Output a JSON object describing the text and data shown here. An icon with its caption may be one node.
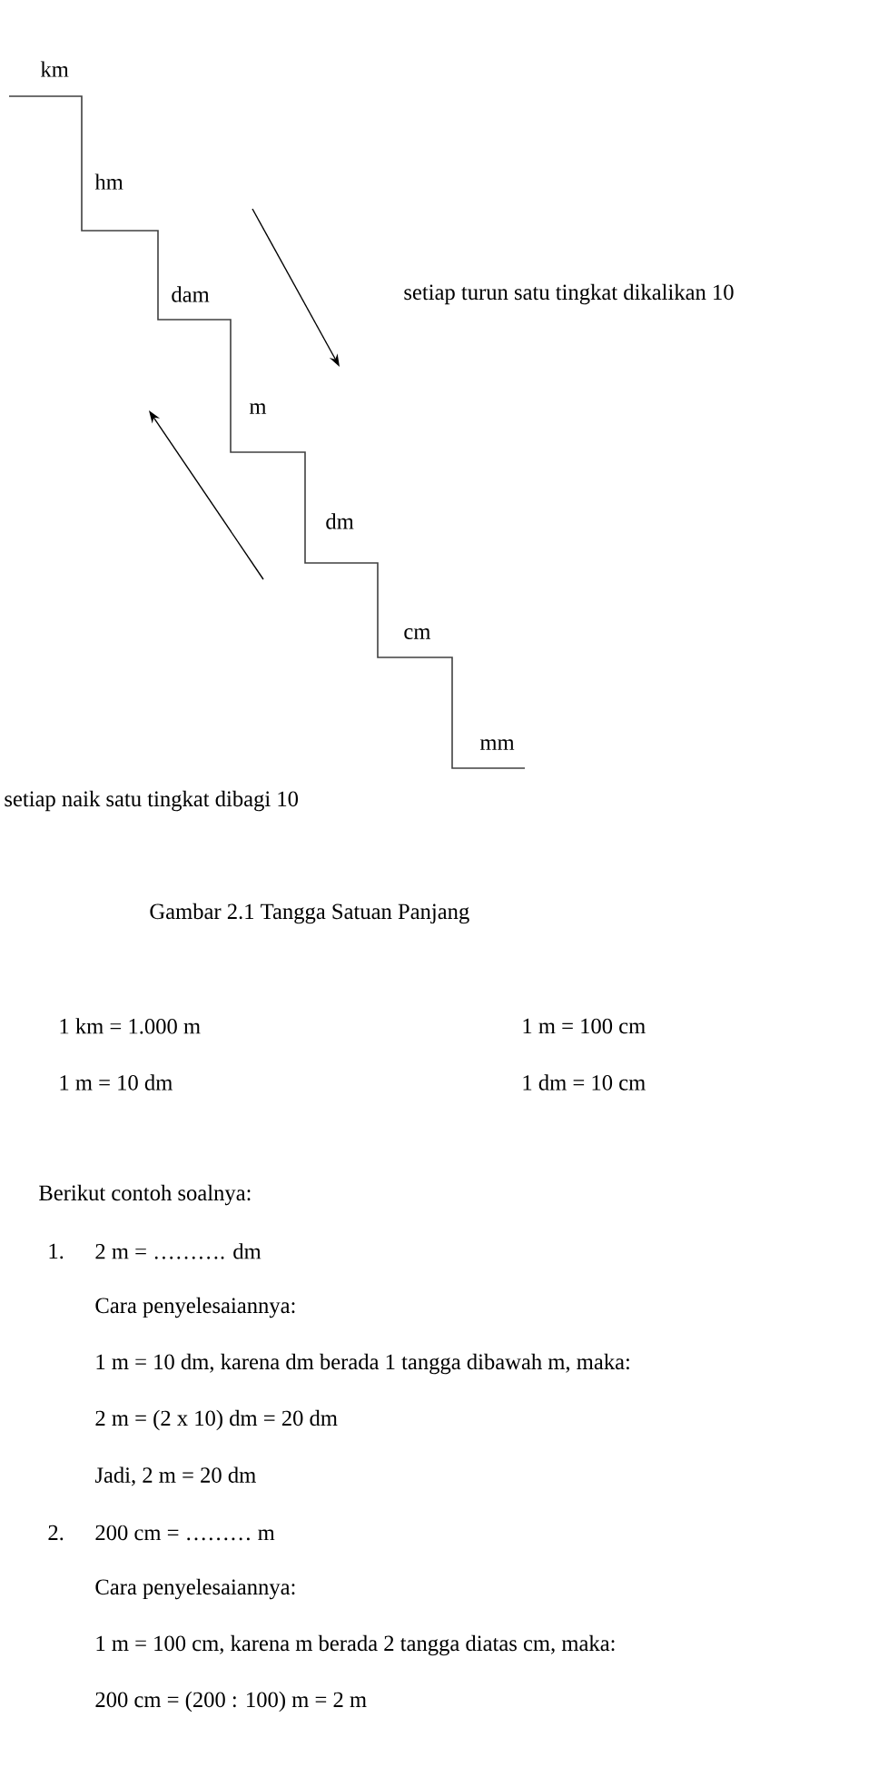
{
  "diagram": {
    "caption": "Gambar 2.1 Tangga Satuan Panjang",
    "labels": [
      "km",
      "hm",
      "dam",
      "setiap turun satu tingkat dikalikan 10",
      "m",
      "dm",
      "cm",
      "mm",
      "setiap naik satu tingkat dibagi 10",
      "1 km = 1.000 m",
      "1 m = 100 cm",
      "1 m = 10 dm",
      "1 dm = 10 cm",
      "Berikut contoh soalnya:",
      "1.",
      "2 m = ………. dm",
      "Cara penyelesaiannya:",
      "1 m = 10 dm, karena dm berada 1 tangga dibawah m, maka:",
      "2 m = (2 x 10) dm = 20 dm",
      "Jadi, 2 m = 20 dm",
      "2.",
      "200 cm = ……… m",
      "Cara penyelesaiannya:",
      "1 m = 100 cm, karena m berada 2 tangga diatas cm, maka:",
      "200 cm = (200 : 100) m = 2 m"
    ]
  }
}
